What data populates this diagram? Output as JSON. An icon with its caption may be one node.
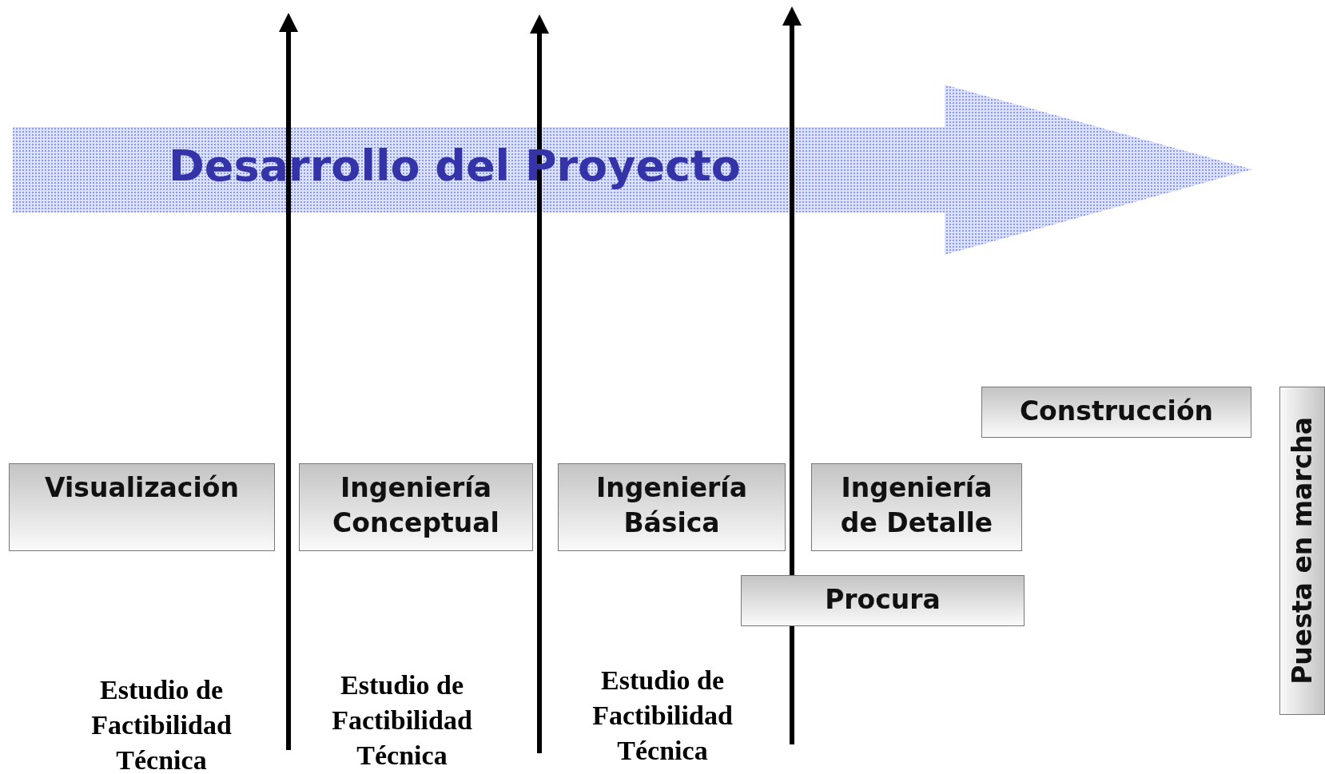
{
  "diagram": {
    "nodes": [
      {
        "text": [
          "Desarrollo del Proyecto"
        ]
      },
      {
        "text": [
          "Construcción"
        ]
      },
      {
        "text": [
          "Visualización"
        ]
      },
      {
        "text": [
          "Ingeniería Conceptual"
        ]
      },
      {
        "text": [
          "Ingeniería Básica"
        ]
      },
      {
        "text": [
          "Ingeniería de Detalle"
        ]
      },
      {
        "text": [
          "Procura"
        ]
      },
      {
        "text": [
          "Puesta en marcha"
        ]
      }
    ],
    "edges": [],
    "labels": [
      "Estudio de Factibilidad Técnica",
      "Estudio de Factibilidad Técnica",
      "Estudio de Factibilidad Técnica"
    ]
  }
}
